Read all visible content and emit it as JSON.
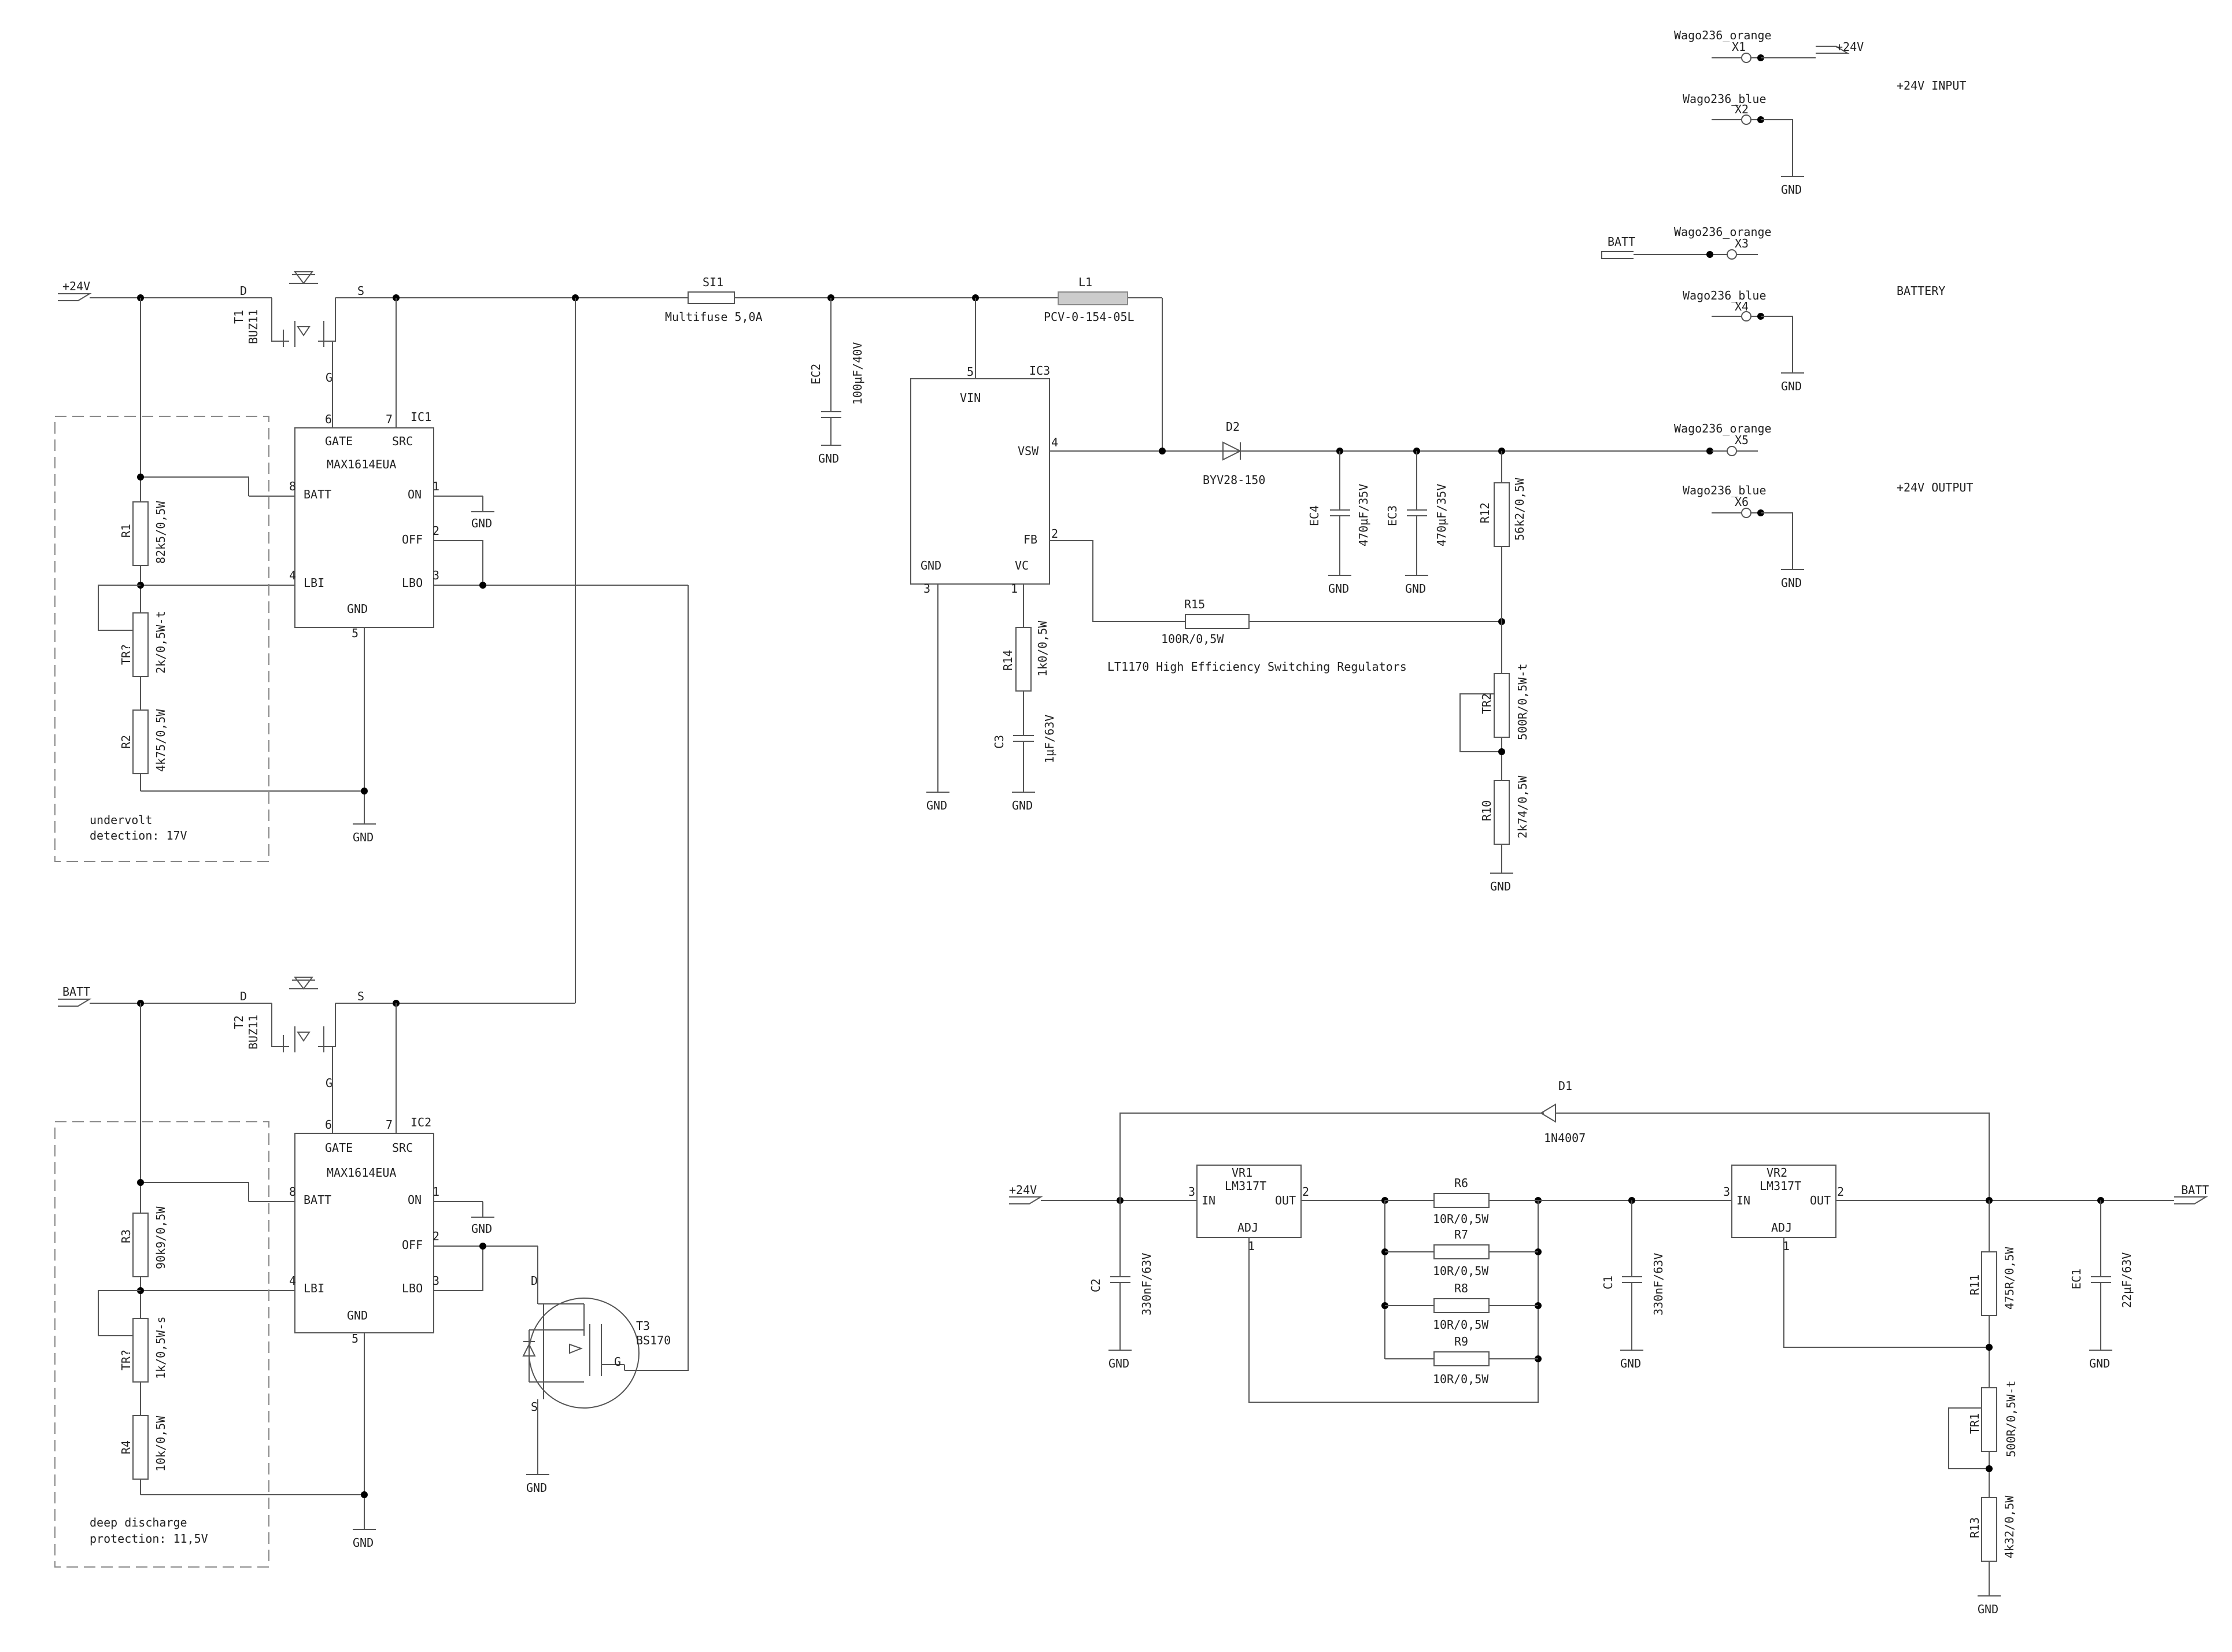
{
  "ports": {
    "v24_in_top": "+24V",
    "batt_top": "BATT",
    "batt_mid": "BATT",
    "v24_reg": "+24V",
    "batt_reg": "BATT",
    "v24_conn": "+24V",
    "batt_conn": "BATT"
  },
  "transistors": {
    "t1_ref": "T1",
    "t1_val": "BUZ11",
    "t2_ref": "T2",
    "t2_val": "BUZ11",
    "t3_ref": "T3",
    "t3_val": "BS170",
    "d": "D",
    "s": "S",
    "g": "G"
  },
  "ic1": {
    "ref": "IC1",
    "name": "MAX1614EUA",
    "gate": "GATE",
    "src": "SRC",
    "batt": "BATT",
    "on": "ON",
    "off": "OFF",
    "lbi": "LBI",
    "lbo": "LBO",
    "gnd": "GND",
    "p6": "6",
    "p7": "7",
    "p8": "8",
    "p1": "1",
    "p2": "2",
    "p3": "3",
    "p4": "4",
    "p5": "5"
  },
  "ic2": {
    "ref": "IC2",
    "name": "MAX1614EUA",
    "gate": "GATE",
    "src": "SRC",
    "batt": "BATT",
    "on": "ON",
    "off": "OFF",
    "lbi": "LBI",
    "lbo": "LBO",
    "gnd": "GND",
    "p6": "6",
    "p7": "7",
    "p8": "8",
    "p1": "1",
    "p2": "2",
    "p3": "3",
    "p4": "4",
    "p5": "5"
  },
  "ic3": {
    "ref": "IC3",
    "vin": "VIN",
    "vsw": "VSW",
    "fb": "FB",
    "gnd": "GND",
    "vc": "VC",
    "p5": "5",
    "p4": "4",
    "p2": "2",
    "p3": "3",
    "p1": "1",
    "caption": "LT1170 High Efficiency Switching Regulators"
  },
  "resistors": {
    "r1_ref": "R1",
    "r1_val": "82k5/0,5W",
    "tr_a_ref": "TR?",
    "tr_a_val": "2k/0,5W-t",
    "r2_ref": "R2",
    "r2_val": "4k75/0,5W",
    "r3_ref": "R3",
    "r3_val": "90k9/0,5W",
    "tr_b_ref": "TR?",
    "tr_b_val": "1k/0,5W-s",
    "r4_ref": "R4",
    "r4_val": "10k/0,5W",
    "r14_ref": "R14",
    "r14_val": "1k0/0,5W",
    "r15_ref": "R15",
    "r15_val": "100R/0,5W",
    "r12_ref": "R12",
    "r12_val": "56k2/0,5W",
    "tr2_ref": "TR2",
    "tr2_val": "500R/0,5W-t",
    "r10_ref": "R10",
    "r10_val": "2k74/0,5W",
    "r6_ref": "R6",
    "r6_val": "10R/0,5W",
    "r7_ref": "R7",
    "r7_val": "10R/0,5W",
    "r8_ref": "R8",
    "r8_val": "10R/0,5W",
    "r9_ref": "R9",
    "r9_val": "10R/0,5W",
    "r11_ref": "R11",
    "r11_val": "475R/0,5W",
    "tr1_ref": "TR1",
    "tr1_val": "500R/0,5W-t",
    "r13_ref": "R13",
    "r13_val": "4k32/0,5W"
  },
  "capacitors": {
    "ec2_ref": "EC2",
    "ec2_val": "100µF/40V",
    "c3_ref": "C3",
    "c3_val": "1µF/63V",
    "ec4_ref": "EC4",
    "ec4_val": "470µF/35V",
    "ec3_ref": "EC3",
    "ec3_val": "470µF/35V",
    "c2_ref": "C2",
    "c2_val": "330nF/63V",
    "c1_ref": "C1",
    "c1_val": "330nF/63V",
    "ec1_ref": "EC1",
    "ec1_val": "22µF/63V"
  },
  "other": {
    "si1_ref": "SI1",
    "si1_val": "Multifuse 5,0A",
    "l1_ref": "L1",
    "l1_val": "PCV-0-154-05L",
    "d2_ref": "D2",
    "d2_val": "BYV28-150",
    "d1_ref": "D1",
    "d1_val": "1N4007"
  },
  "regulators": {
    "vr1_ref": "VR1",
    "vr1_val": "LM317T",
    "vr2_ref": "VR2",
    "vr2_val": "LM317T",
    "in": "IN",
    "out": "OUT",
    "adj": "ADJ",
    "p3": "3",
    "p2": "2",
    "p1": "1"
  },
  "connectors": {
    "x1_type": "Wago236_orange",
    "x1_ref": "X1",
    "x2_type": "Wago236_blue",
    "x2_ref": "X2",
    "x3_type": "Wago236_orange",
    "x3_ref": "X3",
    "x4_type": "Wago236_blue",
    "x4_ref": "X4",
    "x5_type": "Wago236_orange",
    "x5_ref": "X5",
    "x6_type": "Wago236_blue",
    "x6_ref": "X6",
    "input_label": "+24V INPUT",
    "battery_label": "BATTERY",
    "output_label": "+24V OUTPUT"
  },
  "notes": {
    "undervolt_1": "undervolt",
    "undervolt_2": "detection: 17V",
    "deep_1": "deep discharge",
    "deep_2": "protection: 11,5V"
  },
  "gnd": "GND"
}
